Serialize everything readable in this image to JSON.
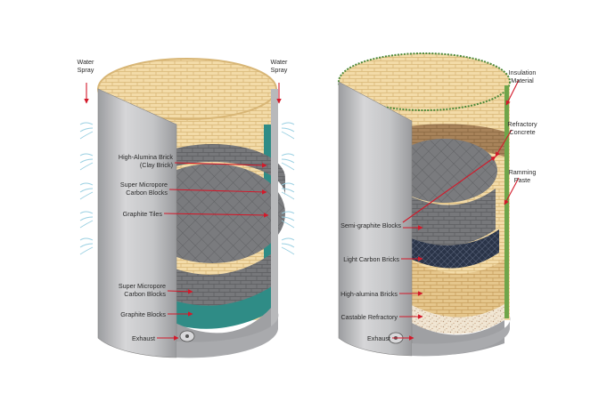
{
  "left_furnace": {
    "labels": {
      "water_spray_left": [
        "Water",
        "Spray"
      ],
      "water_spray_right": [
        "Water",
        "Spray"
      ],
      "high_alumina": [
        "High-Alumina Brick",
        "(Clay Brick)"
      ],
      "super_micropore_top": [
        "Super Micropore",
        "Carbon Blocks"
      ],
      "graphite_tiles": "Graphite Tiles",
      "super_micropore_bottom": [
        "Super Micropore",
        "Carbon Blocks"
      ],
      "graphite_blocks": "Graphite Blocks",
      "exhaust": "Exhaust"
    }
  },
  "right_furnace": {
    "labels": {
      "insulation": [
        "Insulation",
        "Material"
      ],
      "refractory_concrete": [
        "Refractory",
        "Concrete"
      ],
      "ramming_paste": [
        "Ramming",
        "Paste"
      ],
      "semi_graphite": "Semi-graphite Blocks",
      "light_carbon": "Light Carbon Bricks",
      "high_alumina": "High-alumina Bricks",
      "castable": "Castable Refractory",
      "exhaust": "Exhaust"
    }
  },
  "colors": {
    "shell": "#c9c9cb",
    "brick": "#f2d9a4",
    "mortar": "#d9b77a",
    "carbon": "#6e6f72",
    "teal": "#2f8c86",
    "arrow": "#d3192a"
  }
}
